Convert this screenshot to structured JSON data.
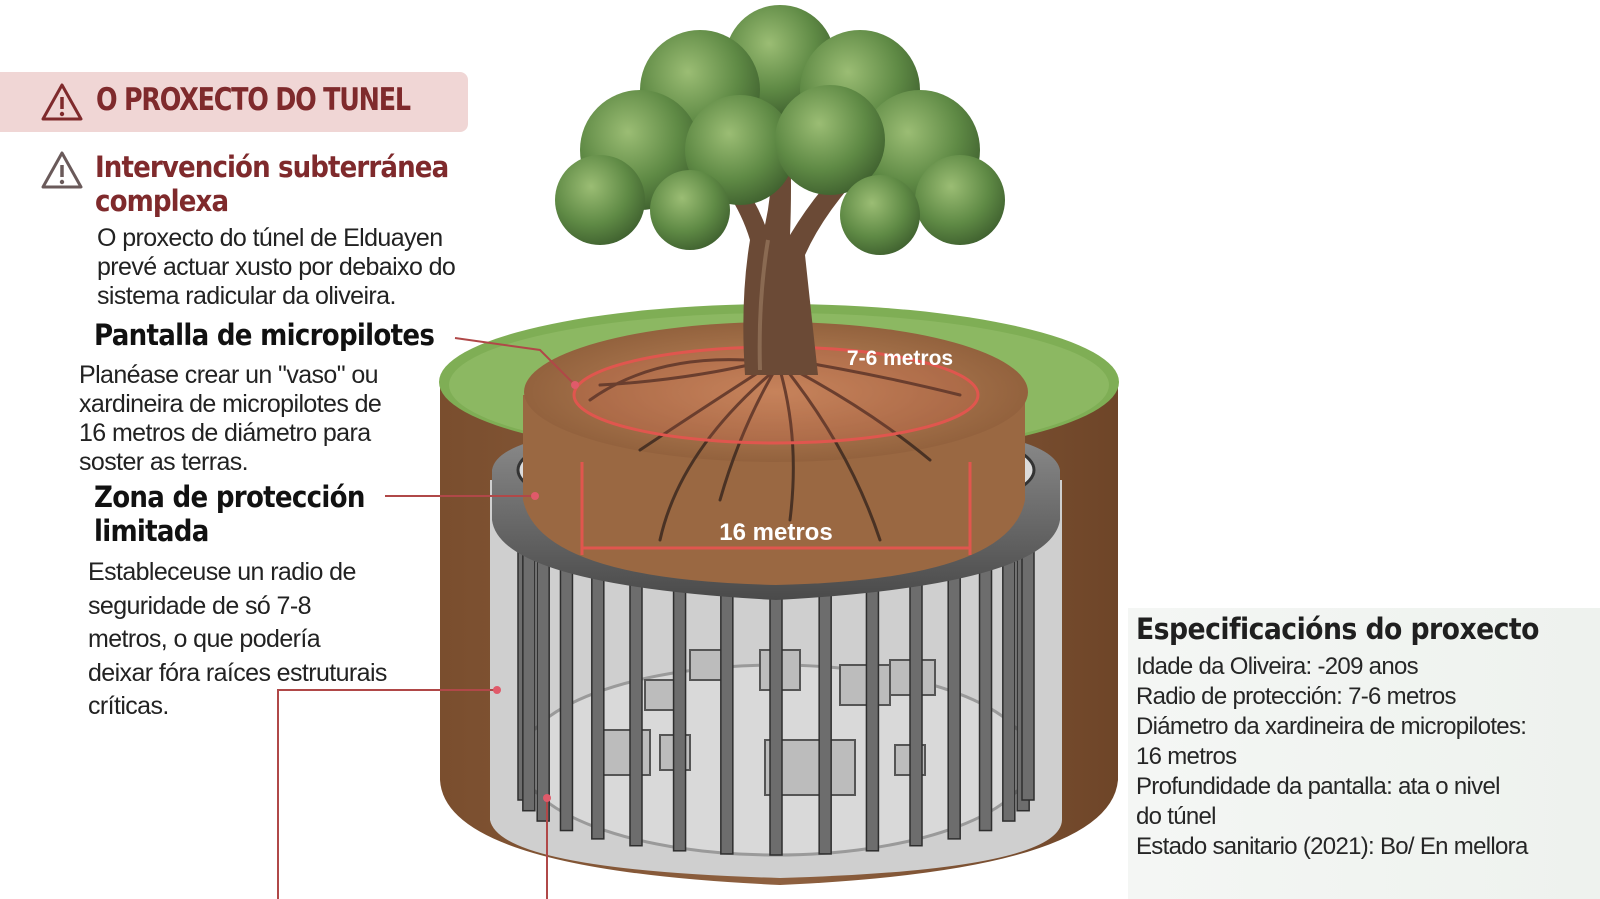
{
  "banner": {
    "title": "O PROXECTO DO TUNEL",
    "icon": "warning-triangle-icon"
  },
  "intervention": {
    "title_line1": "Intervención subterránea",
    "title_line2": "complexa",
    "body_lines": [
      "O proxecto do túnel de Elduayen",
      "prevé actuar xusto por debaixo do",
      "sistema radicular da oliveira."
    ]
  },
  "micropiles": {
    "title": "Pantalla de micropilotes",
    "body_lines": [
      "Planéase crear un \"vaso\" ou",
      "xardineira de micropilotes de",
      "16 metros de diámetro para",
      "soster as terras."
    ]
  },
  "protection_zone": {
    "title_line1": "Zona de protección",
    "title_line2": "limitada",
    "body_lines": [
      "Estableceuse un radio de",
      "seguridade de só 7-8",
      "metros, o que podería",
      "deixar fóra raíces estruturais",
      "críticas."
    ]
  },
  "diagram": {
    "radius_label": "7-6 metros",
    "diameter_label": "16 metros"
  },
  "specs": {
    "title": "Especificacións do proxecto",
    "lines": [
      "Idade da Oliveira: -209 anos",
      "Radio de protección: 7-6 metros",
      "Diámetro da xardineira de micropilotes:",
      "16 metros",
      "Profundidade da pantalla: ata o nivel",
      "do túnel",
      "Estado sanitario (2021): Bo/ En mellora"
    ]
  },
  "colors": {
    "accent": "#7f2a2c",
    "banner_bg": "#f0d6d5",
    "dimension_red": "#e0564e"
  }
}
